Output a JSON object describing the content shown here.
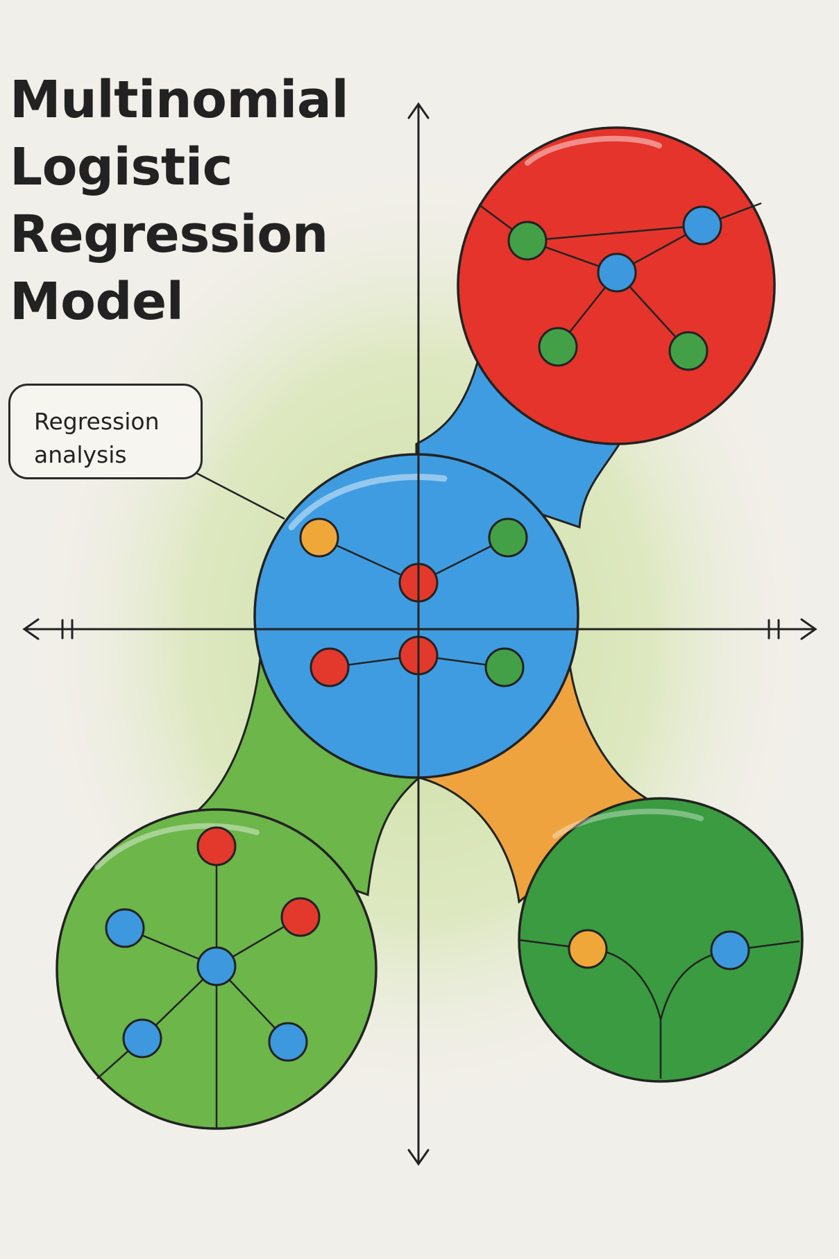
{
  "title_lines": [
    "Multinomial",
    "Logistic",
    "Regression",
    "Model"
  ],
  "callout_lines": [
    "Regression",
    "analysis"
  ],
  "colors": {
    "red": "#e5342b",
    "blue": "#3f9ce0",
    "green_light": "#6cb64a",
    "green_dark": "#3a9b40",
    "orange": "#eea33f",
    "node_red": "#e2392c",
    "node_blue": "#3d98dd",
    "node_green": "#43a046",
    "node_yellow": "#f0a73a",
    "outline": "#222222",
    "halo": "#cfe0a6"
  },
  "clusters": [
    {
      "id": "red-cluster",
      "fill": "red",
      "nodes": [
        "green",
        "blue",
        "blue",
        "green",
        "green"
      ]
    },
    {
      "id": "blue-cluster",
      "fill": "blue",
      "nodes": [
        "yellow",
        "green",
        "red",
        "red",
        "red",
        "green"
      ]
    },
    {
      "id": "green-cluster",
      "fill": "green_light",
      "nodes": [
        "red",
        "blue",
        "red",
        "blue",
        "blue",
        "blue"
      ]
    },
    {
      "id": "dark-green-cluster",
      "fill": "green_dark",
      "nodes": [
        "yellow",
        "blue"
      ]
    }
  ]
}
